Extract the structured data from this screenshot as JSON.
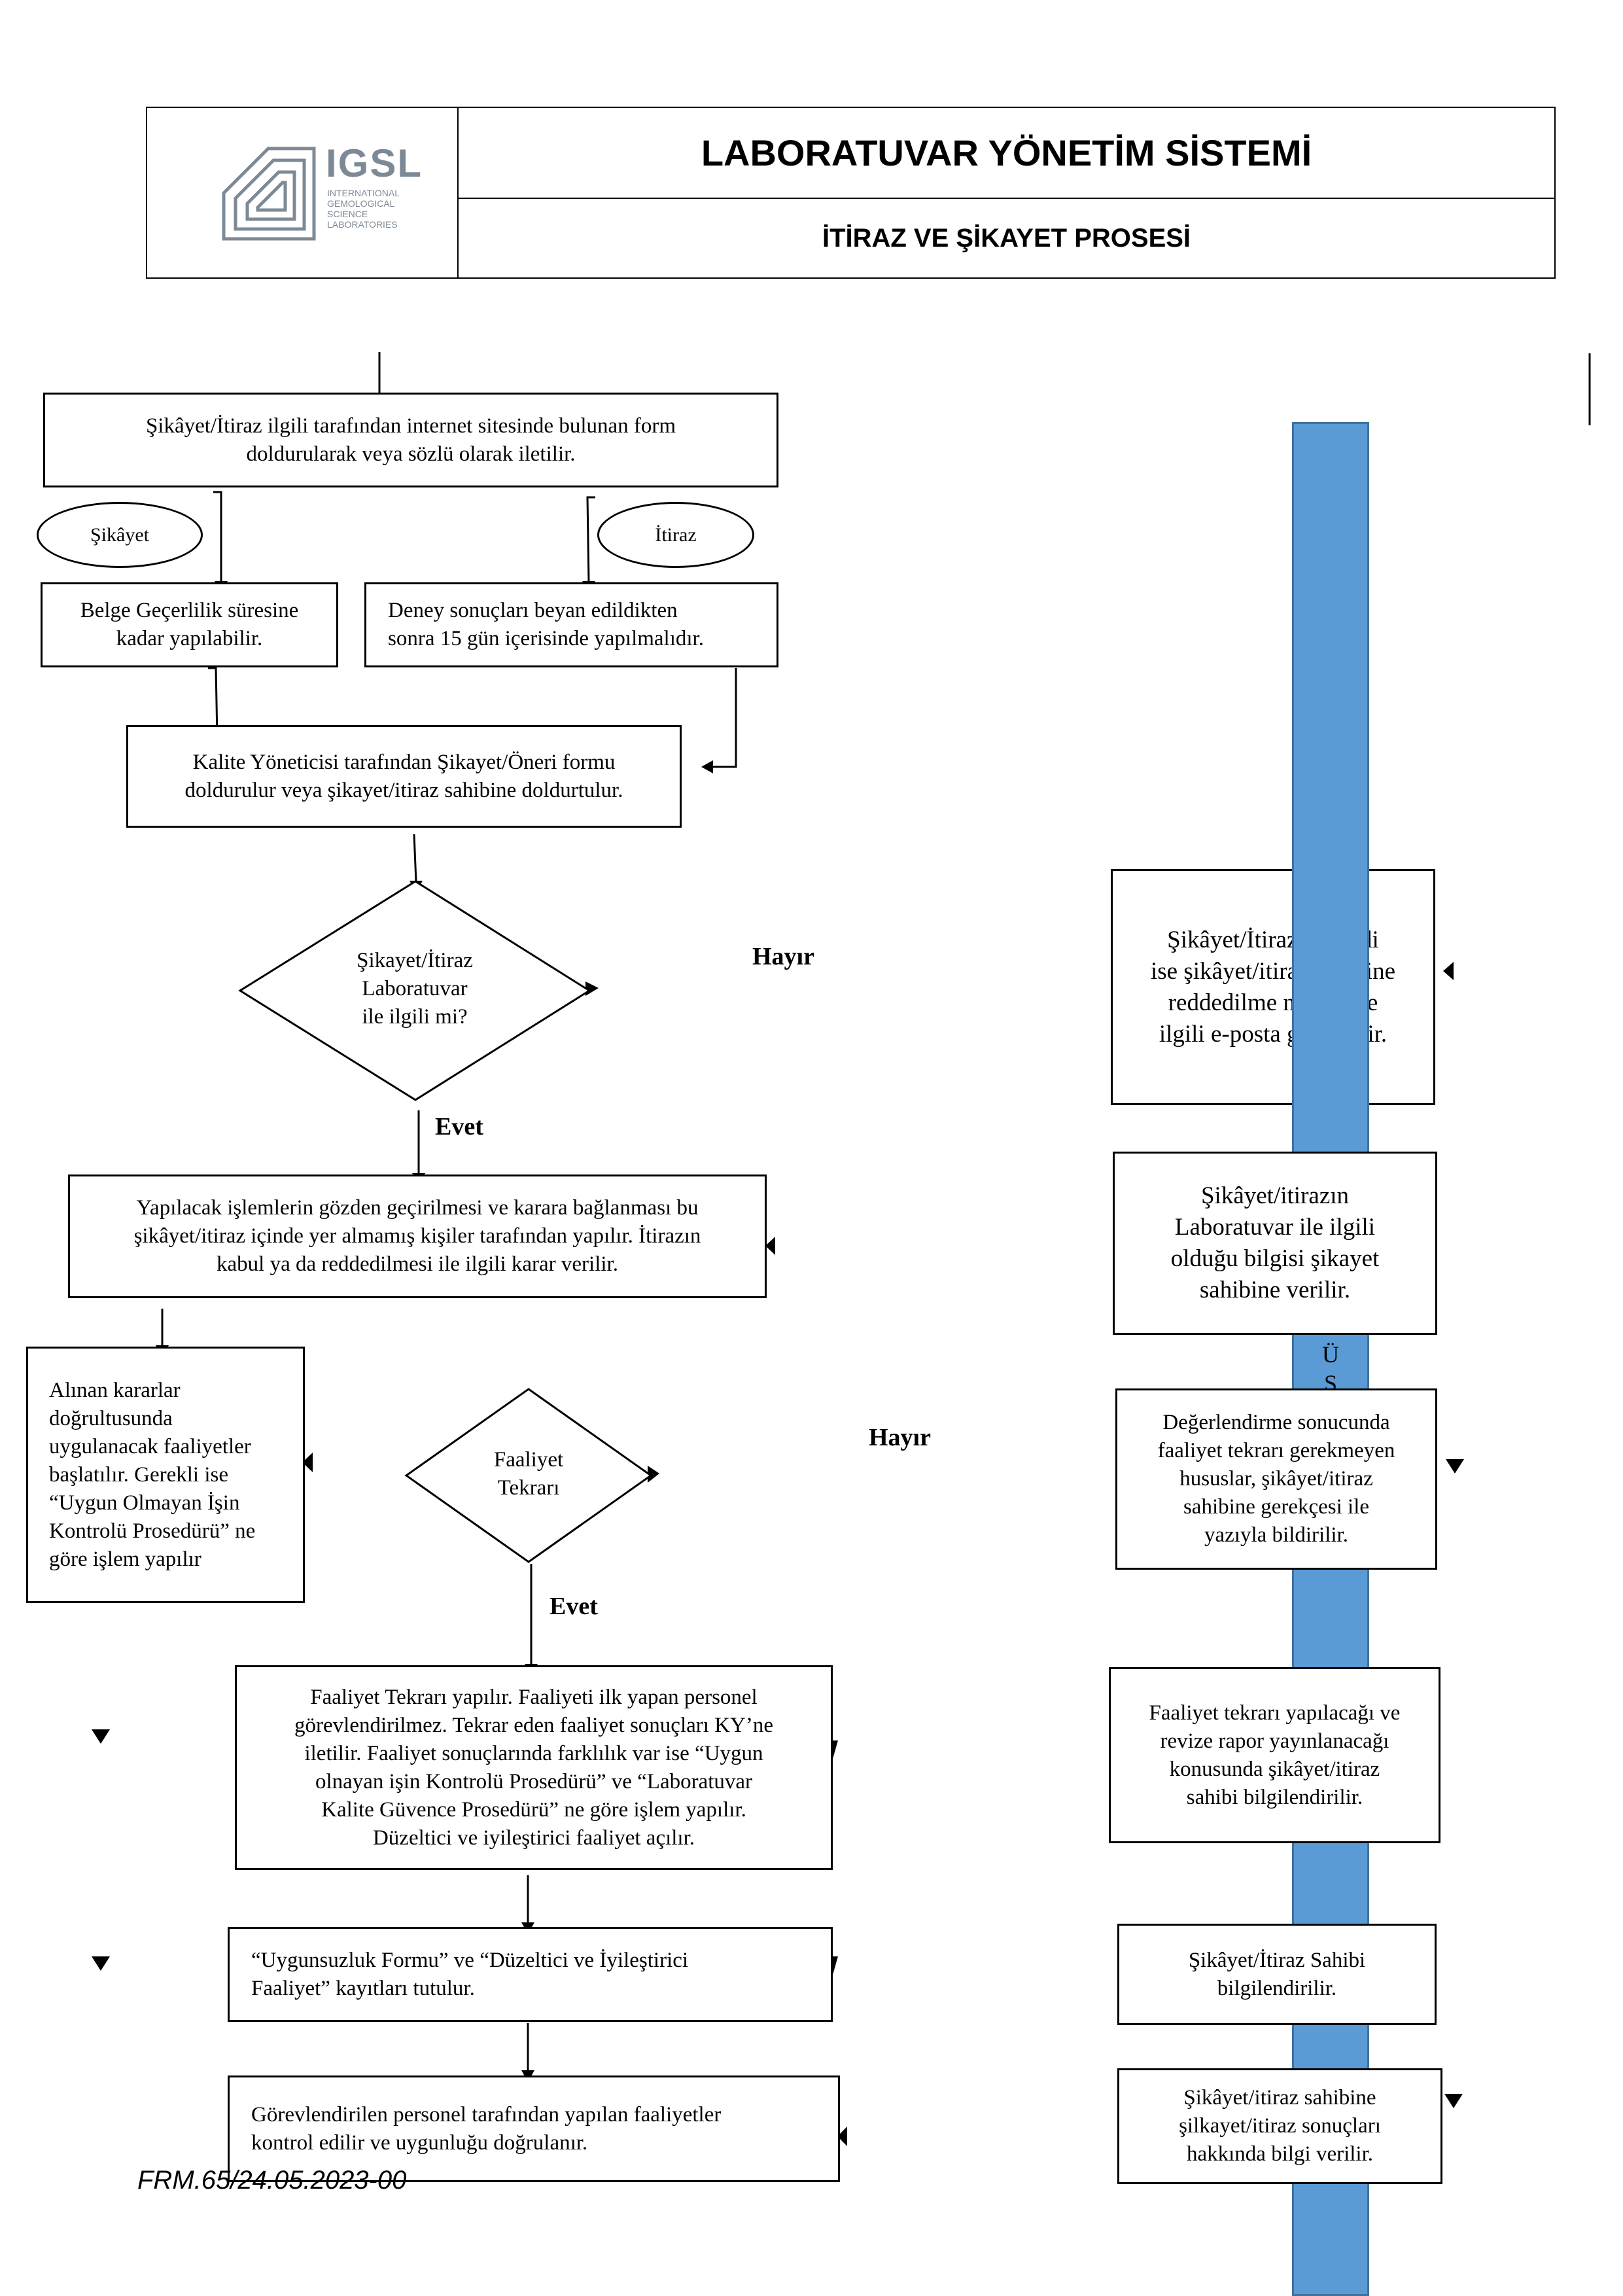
{
  "header": {
    "logo_text": "IGSL",
    "logo_sub": "INTERNATIONAL\nGEMOLOGICAL\nSCIENCE\nLABORATORIES",
    "title": "LABORATUVAR YÖNETİM SİSTEMİ",
    "subtitle": "İTİRAZ VE ŞİKAYET PROSESİ"
  },
  "flow": {
    "start_box": "Şikâyet/İtiraz ilgili tarafından internet sitesinde bulunan form\ndoldurularak veya sözlü olarak iletilir.",
    "ellipse_complaint": "Şikâyet",
    "ellipse_objection": "İtiraz",
    "complaint_box": "Belge Geçerlilik süresine\nkadar yapılabilir.",
    "objection_box": "Deney sonuçları beyan edildikten\nsonra 15 gün içerisinde yapılmalıdır.",
    "quality_box": "Kalite Yöneticisi tarafından Şikayet/Öneri formu\ndoldurulur veya şikayet/itiraz sahibine doldurtulur.",
    "decision1": "Şikayet/İtiraz\nLaboratuvar\nile ilgili mi?",
    "no_label_1": "Hayır",
    "yes_label_1": "Evet",
    "review_box": "Yapılacak işlemlerin gözden geçirilmesi ve karara bağlanması bu\nşikâyet/itiraz içinde yer almamış kişiler tarafından yapılır. İtirazın\nkabul ya da reddedilmesi ile ilgili karar verilir.",
    "actions_box": "Alınan kararlar\ndoğrultusunda\nuygulanacak faaliyetler\nbaşlatılır. Gerekli ise\n“Uygun Olmayan İşin\nKontrolü Prosedürü” ne\ngöre işlem yapılır",
    "decision2": "Faaliyet\nTekrarı",
    "no_label_2": "Hayır",
    "yes_label_2": "Evet",
    "repeat_box": "Faaliyet Tekrarı yapılır. Faaliyeti ilk yapan personel\ngörevlendirilmez. Tekrar eden faaliyet sonuçları KY’ne\niletilir. Faaliyet sonuçlarında farklılık var ise “Uygun\nolnayan işin Kontrolü Prosedürü” ve “Laboratuvar\nKalite Güvence Prosedürü” ne göre işlem yapılır.\nDüzeltici ve iyileştirici faaliyet açılır.",
    "records_box": "“Uygunsuzluk Formu” ve “Düzeltici ve İyileştirici\nFaaliyet” kayıtları tutulur.",
    "control_box": "Görevlendirilen personel tarafından yapılan faaliyetler\nkontrol edilir ve uygunluğu doğrulanır."
  },
  "right_column": {
    "rejected_box": "Şikâyet/İtiraz reddildi\nise şikâyet/itiraz sahibine\nreddedilme nedeni ile\nilgili e-posta gönderilir.",
    "related_box": "Şikâyet/itirazın\nLaboratuvar ile ilgili\nolduğu bilgisi şikayet\nsahibine verilir.",
    "no_repeat_box": "Değerlendirme sonucunda\nfaaliyet tekrarı gerekmeyen\nhususlar, şikâyet/itiraz\nsahibine gerekçesi ile\nyazıyla bildirilir.",
    "repeat_info_box": "Faaliyet tekrarı yapılacağı ve\nrevize rapor yayınlanacağı\nkonusunda şikâyet/itiraz\nsahibi bilgilendirilir.",
    "informed_box": "Şikâyet/İtiraz Sahibi\nbilgilendirilir.",
    "result_box": "Şikâyet/itiraz sahibine\nşilkayet/itiraz sonuçları\nhakkında bilgi verilir.",
    "bar_letters": "Ü\nS",
    "bar_color": "#5b9bd5"
  },
  "footer": {
    "form_code": "FRM.65/24.05.2023-00"
  }
}
